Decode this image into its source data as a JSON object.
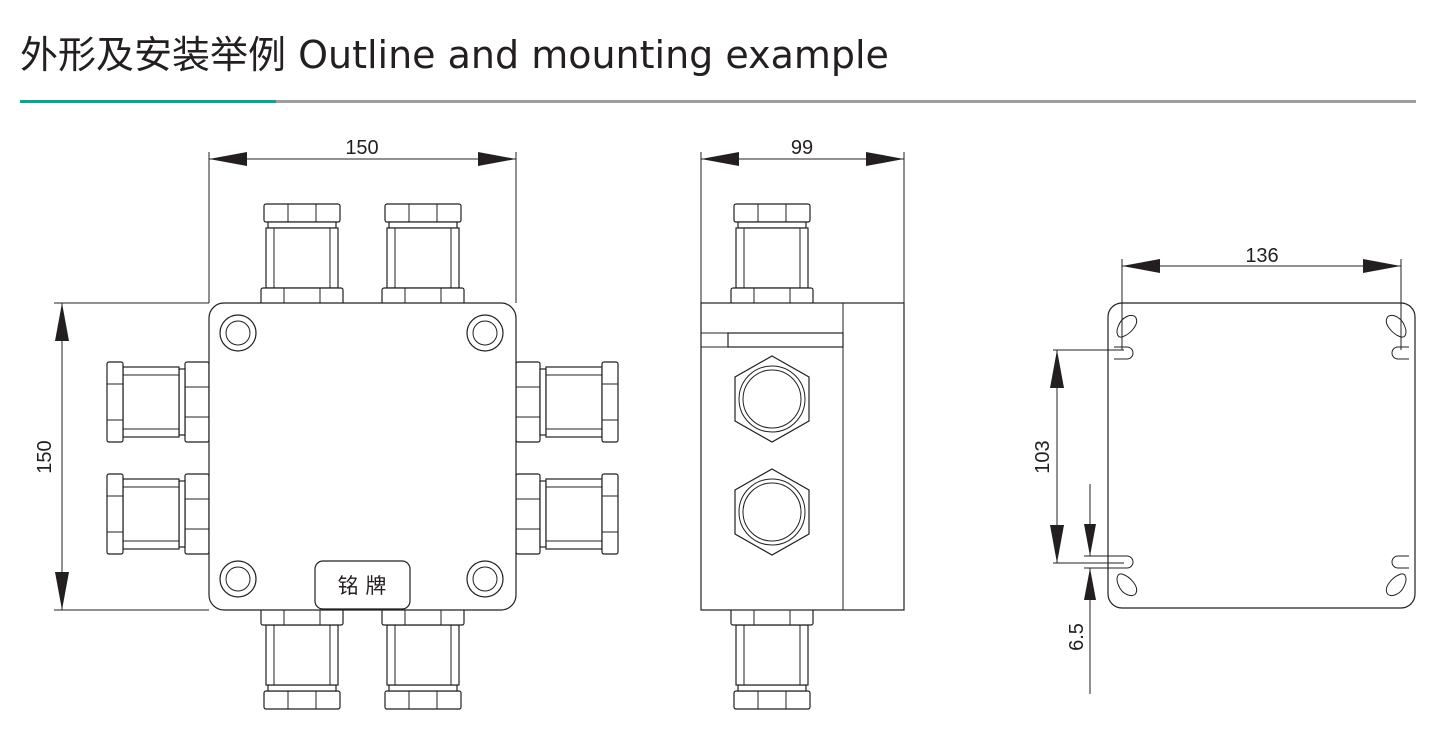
{
  "header": {
    "title": "外形及安装举例 Outline and mounting example",
    "accent_color": "#1c9c8f",
    "rule_color": "#9e9e9e"
  },
  "diagram": {
    "front_view": {
      "width_label": "150",
      "height_label": "150",
      "nameplate_label": "铭 牌"
    },
    "side_view": {
      "width_label": "99"
    },
    "mounting_view": {
      "hole_spacing_x_label": "136",
      "hole_spacing_y_label": "103",
      "slot_width_label": "6.5"
    }
  }
}
